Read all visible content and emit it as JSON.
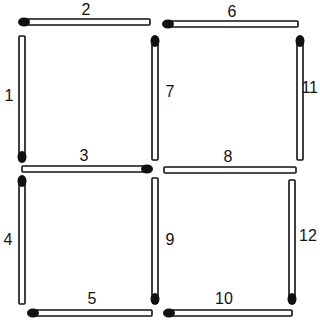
{
  "diagram": {
    "labels": [
      "2",
      "6",
      "1",
      "7",
      "11",
      "3",
      "8",
      "4",
      "9",
      "12",
      "5",
      "10"
    ]
  }
}
